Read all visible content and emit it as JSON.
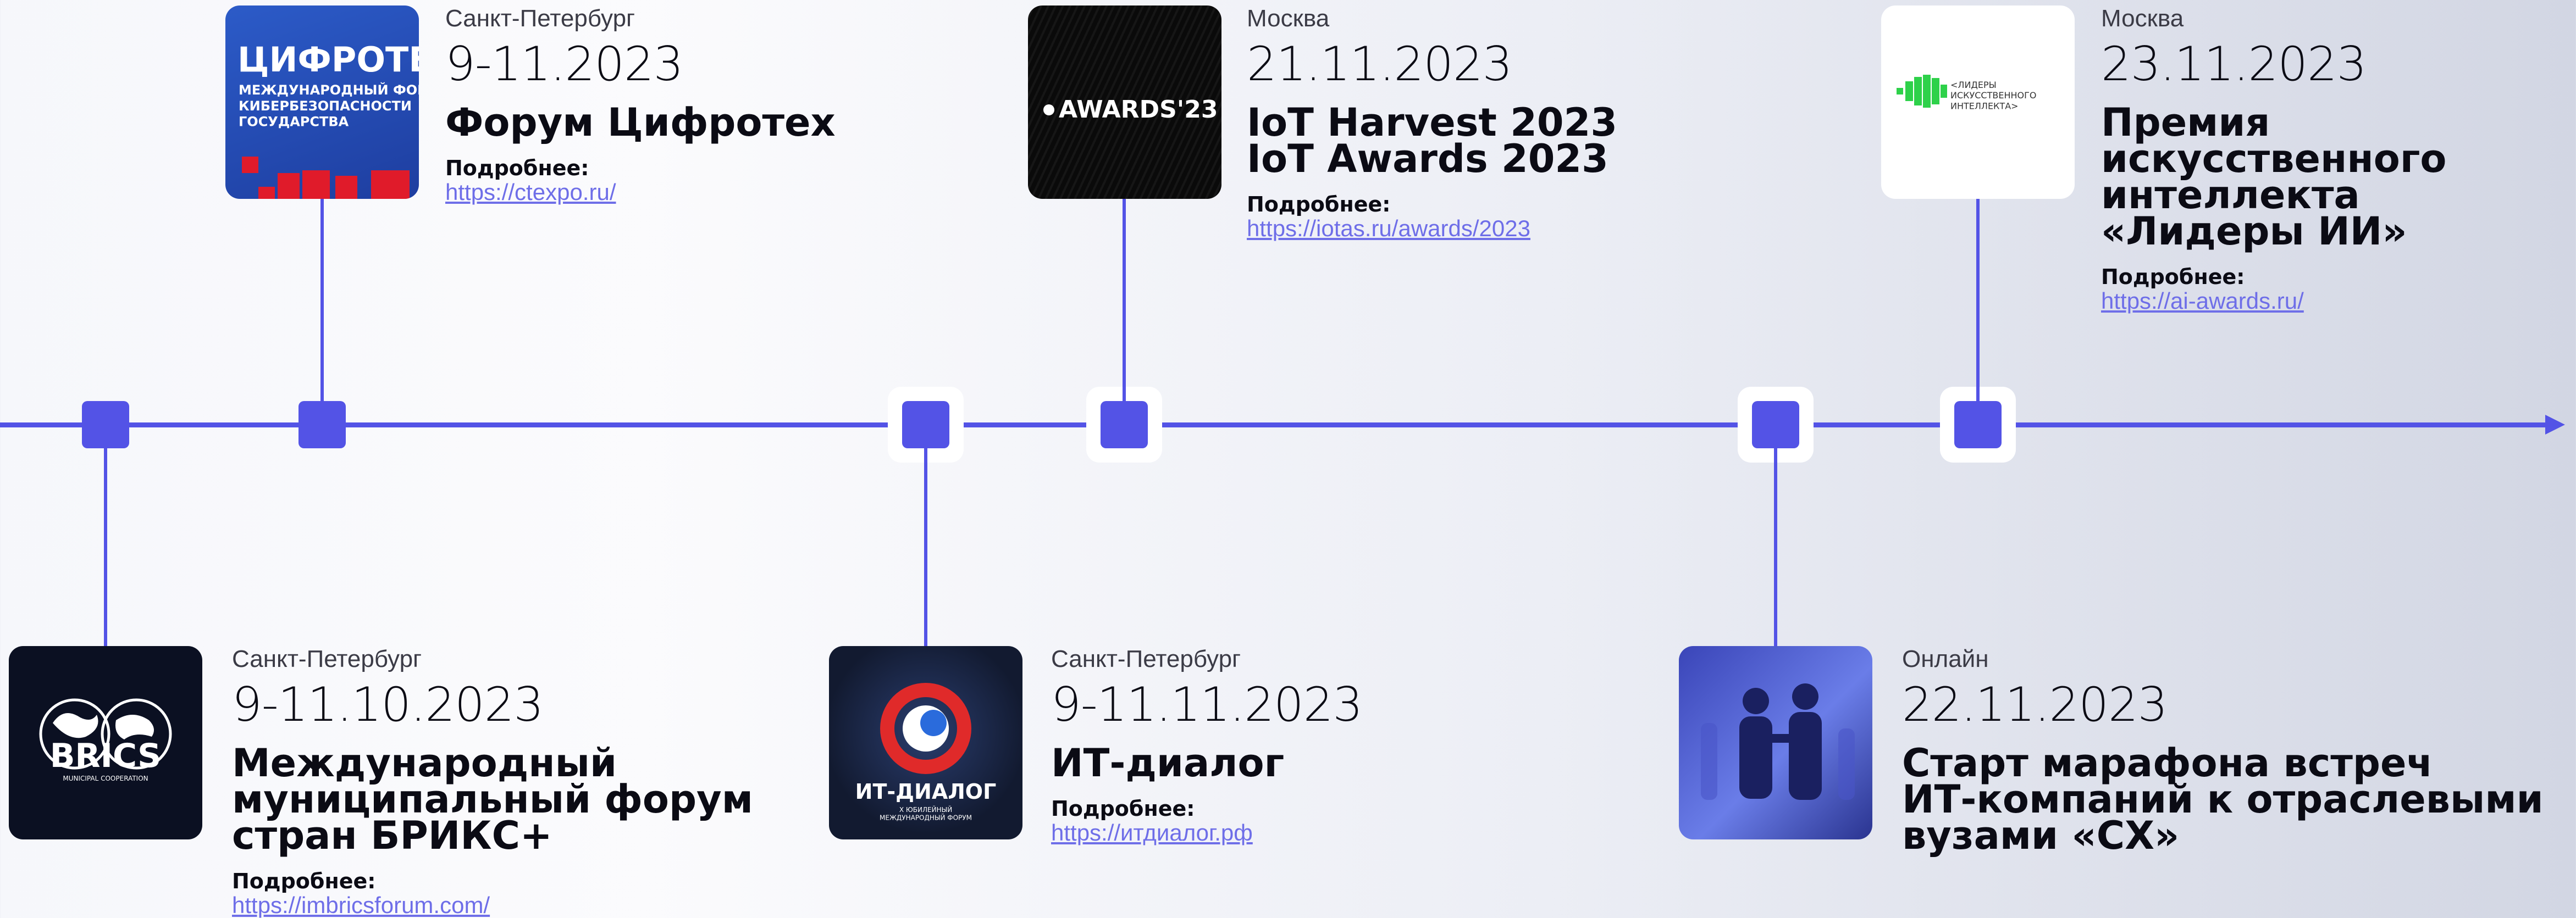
{
  "colors": {
    "accent": "#5353e6",
    "link": "#6e6ee8",
    "text": "#0b0b14"
  },
  "events": [
    {
      "city": "Санкт-Петербург",
      "date": "9-11.10.2023",
      "title": "Международный\nмуниципальный форум\nстран БРИКС+",
      "more": "Подробнее:",
      "link": "https://imbricsforum.com/",
      "logo": "BRICS",
      "logo_sub": "MUNICIPAL COOPERATION"
    },
    {
      "city": "Санкт-Петербург",
      "date": "9-11.2023",
      "title": "Форум Цифротех",
      "more": "Подробнее:",
      "link": "https://ctexpo.ru/",
      "logo": "ЦИФРОТЕХ",
      "logo_sub": "МЕЖДУНАРОДНЫЙ ФОРУМ\nКИБЕРБЕЗОПАСНОСТИ\nГОСУДАРСТВА"
    },
    {
      "city": "Санкт-Петербург",
      "date": "9-11.11.2023",
      "title": "ИТ-диалог",
      "more": "Подробнее:",
      "link": "https://итдиалог.рф",
      "logo": "ИТ-ДИАЛОГ",
      "logo_sub": "X ЮБИЛЕЙНЫЙ\nМЕЖДУНАРОДНЫЙ ФОРУМ"
    },
    {
      "city": "Москва",
      "date": "21.11.2023",
      "title": "IoT Harvest 2023\nIoT Awards 2023",
      "more": "Подробнее:",
      "link": "https://iotas.ru/awards/2023",
      "logo": "AWARDS'23"
    },
    {
      "city": "Онлайн",
      "date": "22.11.2023",
      "title": "Старт марафона встреч\nИТ-компаний к отраслевыми\nвузами «СХ»",
      "more": "",
      "link": ""
    },
    {
      "city": "Москва",
      "date": "23.11.2023",
      "title": "Премия\nискусственного\nинтеллекта\n«Лидеры ИИ»",
      "more": "Подробнее:",
      "link": "https://ai-awards.ru/",
      "logo_sub": "<ЛИДЕРЫ\nИСКУССТВЕННОГО\nИНТЕЛЛЕКТА>"
    }
  ]
}
